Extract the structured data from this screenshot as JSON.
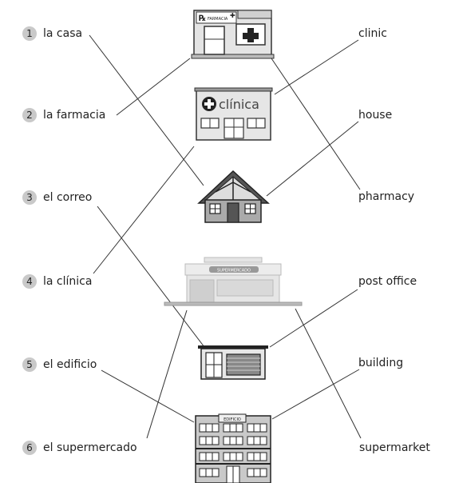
{
  "spanish_items": [
    {
      "number": "1",
      "label": "la casa"
    },
    {
      "number": "2",
      "label": "la farmacia"
    },
    {
      "number": "3",
      "label": "el correo"
    },
    {
      "number": "4",
      "label": "la clínica"
    },
    {
      "number": "5",
      "label": "el edificio"
    },
    {
      "number": "6",
      "label": "el supermercado"
    }
  ],
  "english_items": [
    "clinic",
    "house",
    "pharmacy",
    "post office",
    "building",
    "supermarket"
  ],
  "sign_texts": {
    "pharmacy": "FARMACIA",
    "clinic": "clínica",
    "supermarket": "SUPERMERCADO",
    "building": "EDIFICIO"
  }
}
